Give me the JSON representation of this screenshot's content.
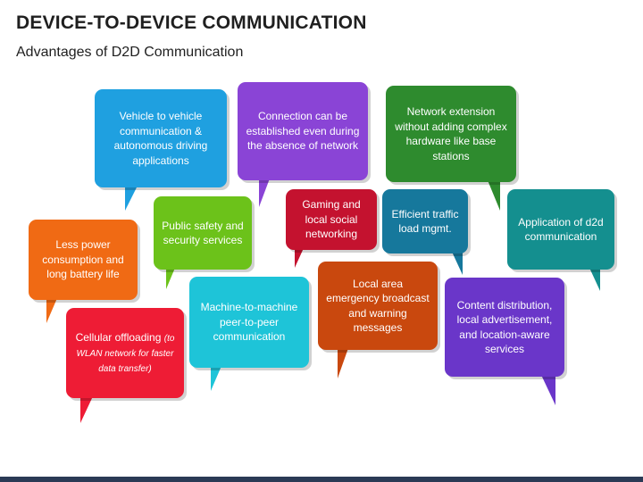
{
  "title": "DEVICE-TO-DEVICE COMMUNICATION",
  "subtitle": "Advantages of D2D Communication",
  "bubbles": {
    "v2v": "Vehicle to vehicle communication & autonomous driving applications",
    "connection": "Connection can be established even during the absence of network",
    "network_ext": "Network extension without adding complex hardware like base stations",
    "less_power": "Less power consumption and long battery life",
    "public_safety": "Public safety and security services",
    "gaming": "Gaming and local social networking",
    "traffic": "Efficient traffic load mgmt.",
    "application": "Application of d2d communication",
    "cellular": "Cellular offloading",
    "cellular_note": "(to WLAN network for faster data transfer)",
    "m2m": "Machine-to-machine peer-to-peer communication",
    "emergency": "Local area emergency broadcast and warning messages",
    "content": "Content distribution, local advertisement, and location-aware services"
  },
  "colors": {
    "blue": "#1fa0e0",
    "purple": "#8a44d6",
    "green_dark": "#2e8b2e",
    "orange": "#f06a14",
    "green": "#6cc21a",
    "crimson": "#c4122f",
    "teal_blue": "#16789c",
    "teal": "#148f8f",
    "red": "#ee1c35",
    "cyan": "#1ec4d8",
    "rust": "#c9480e",
    "violet": "#6a36c9"
  }
}
